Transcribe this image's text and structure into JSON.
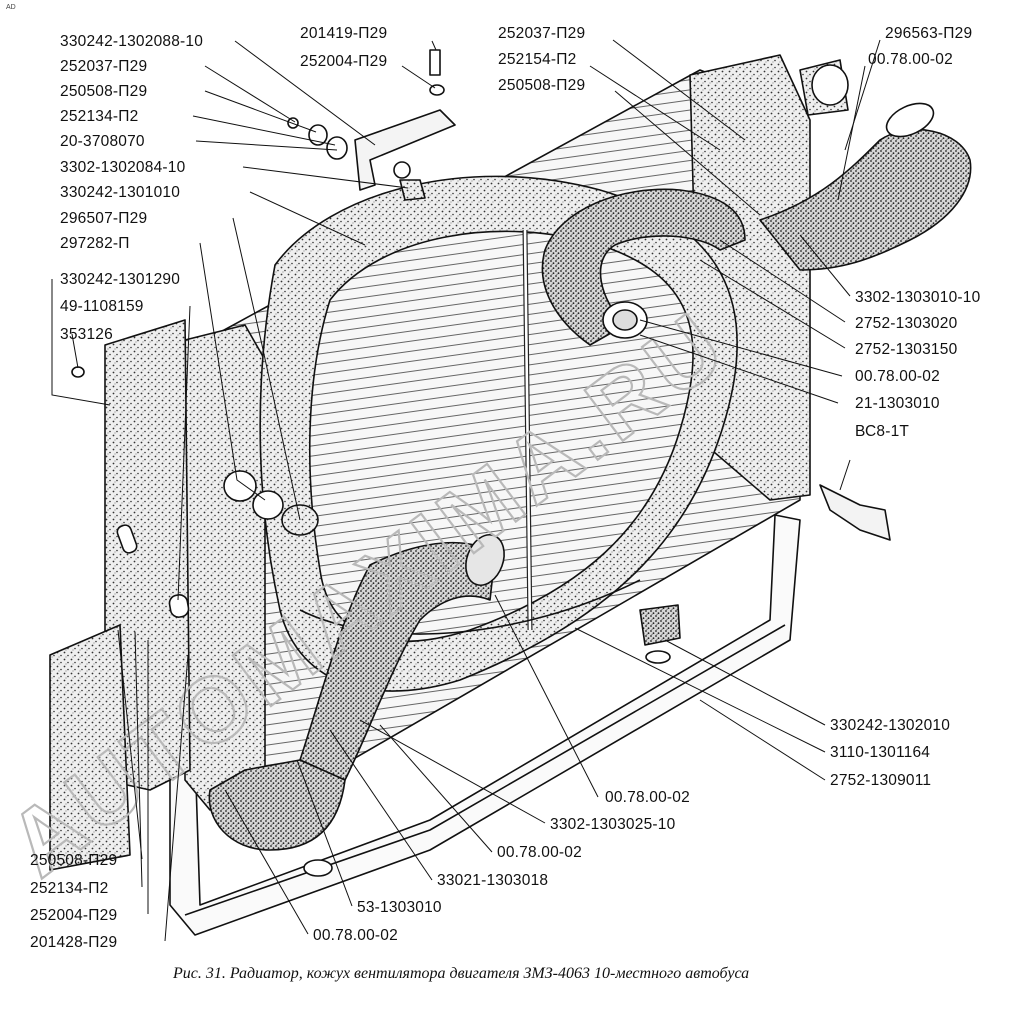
{
  "corner_mark": "AD",
  "watermark": "AUTOMAXIMA.RU",
  "caption": "Рис. 31. Радиатор, кожух вентилятора двигателя ЗМЗ-4063 10-местного автобуса",
  "labels": {
    "l1": "330242-1302088-10",
    "l2": "252037-П29",
    "l3": "250508-П29",
    "l4": "252134-П2",
    "l5": "20-3708070",
    "l6": "3302-1302084-10",
    "l7": "330242-1301010",
    "l8": "296507-П29",
    "l9": "297282-П",
    "l10": "330242-1301290",
    "l11": "49-1108159",
    "l12": "353126",
    "t1": "201419-П29",
    "t2": "252004-П29",
    "t3": "252037-П29",
    "t4": "252154-П2",
    "t5": "250508-П29",
    "r1": "296563-П29",
    "r2": "00.78.00-02",
    "r3": "3302-1303010-10",
    "r4": "2752-1303020",
    "r5": "2752-1303150",
    "r6": "00.78.00-02",
    "r7": "21-1303010",
    "r8": "ВС8-1Т",
    "r9": "330242-1302010",
    "r10": "3110-1301164",
    "r11": "2752-1309011",
    "b1": "00.78.00-02",
    "b2": "3302-1303025-10",
    "b3": "00.78.00-02",
    "b4": "33021-1303018",
    "b5": "53-1303010",
    "b6": "00.78.00-02",
    "lb1": "250508-П29",
    "lb2": "252134-П2",
    "lb3": "252004-П29",
    "lb4": "201428-П29"
  }
}
